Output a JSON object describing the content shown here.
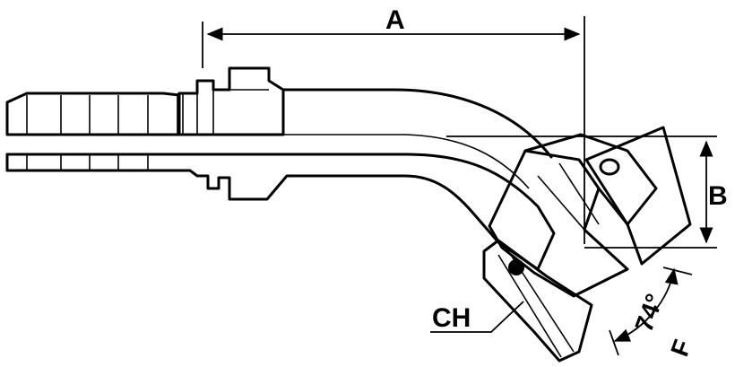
{
  "diagram": {
    "labels": {
      "a": "A",
      "b": "B",
      "ch": "CH",
      "f": "F",
      "angle": "74°"
    },
    "colors": {
      "ink": "#000000",
      "paper": "#ffffff"
    }
  }
}
